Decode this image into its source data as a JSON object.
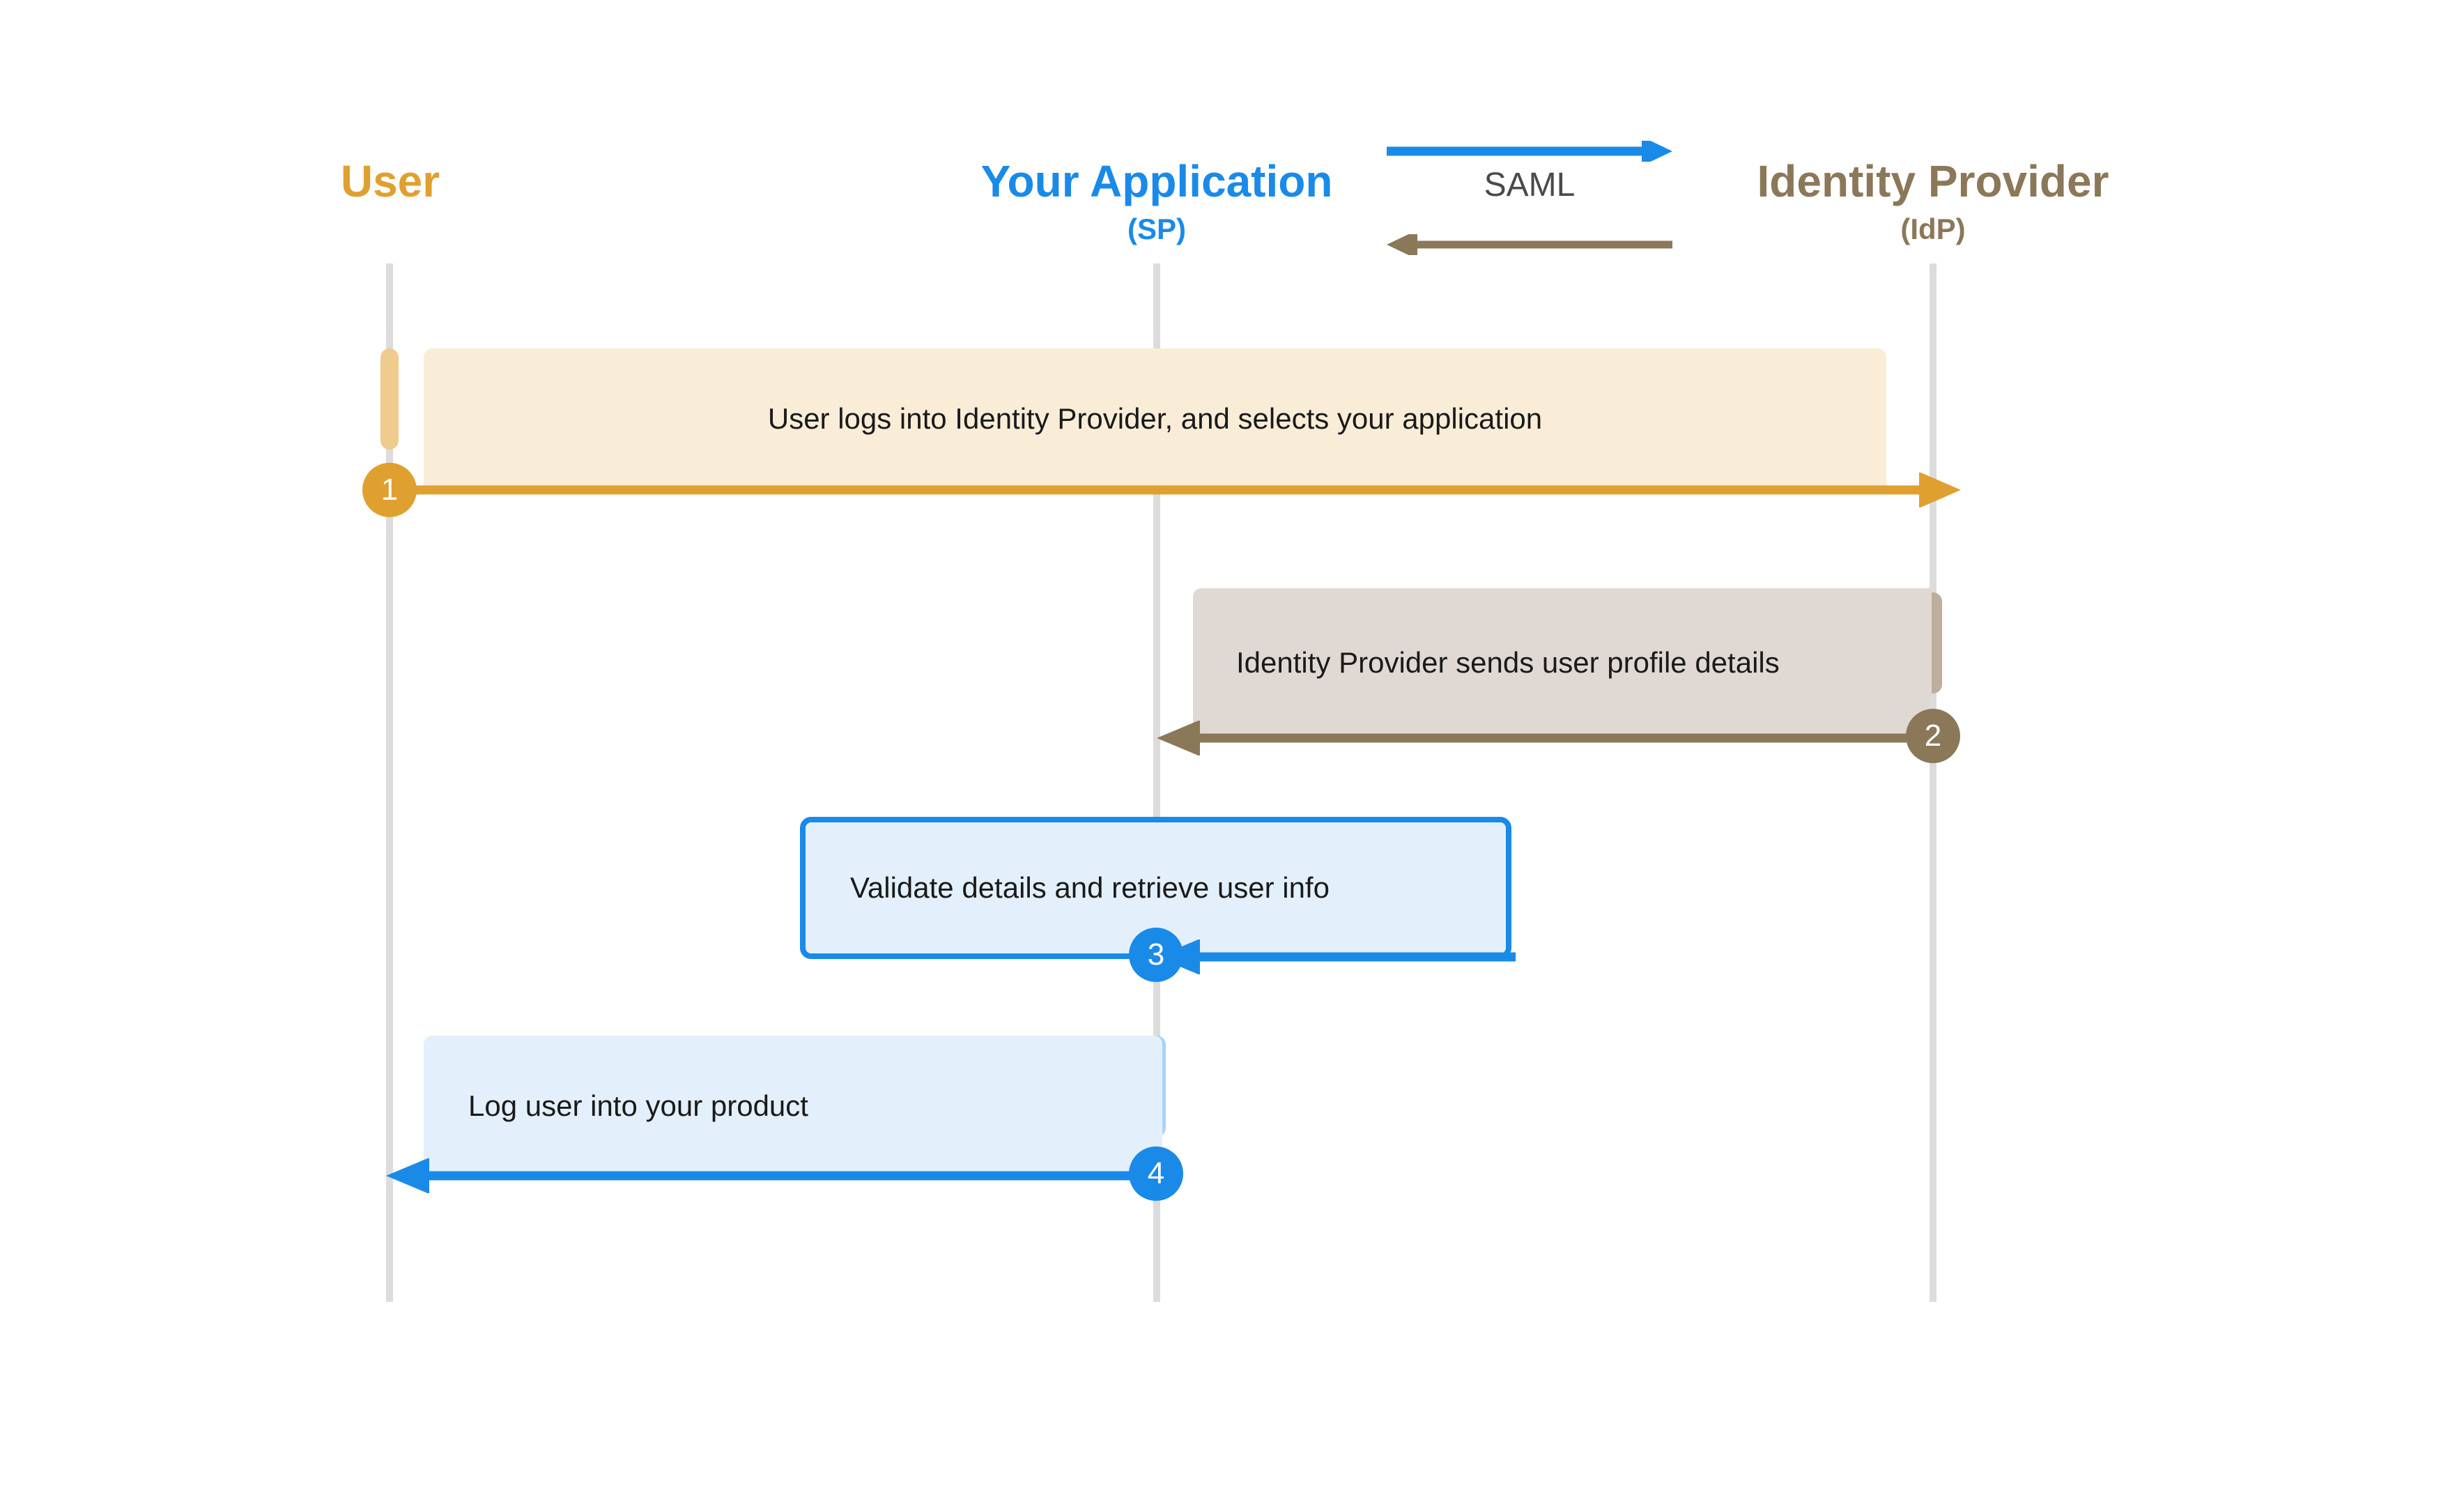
{
  "diagram": {
    "title": "SAML SSO sequence diagram",
    "colors": {
      "user": "#E0A030",
      "application": "#1A8AE8",
      "identity_provider": "#8A7859",
      "lifeline": "#DCDCDC",
      "band_user": "#F9EDD8",
      "band_idp": "#E0D9D3",
      "band_app": "#E3F0FB",
      "text": "#1A1A1A"
    }
  },
  "participants": [
    {
      "id": "user",
      "title": "User",
      "subtitle": ""
    },
    {
      "id": "application",
      "title": "Your Application",
      "subtitle": "(SP)"
    },
    {
      "id": "identity_provider",
      "title": "Identity Provider",
      "subtitle": "(IdP)"
    }
  ],
  "protocol": {
    "label": "SAML",
    "request_direction": "right",
    "response_direction": "left"
  },
  "steps": [
    {
      "number": "1",
      "text": "User logs into Identity Provider, and selects your application",
      "from": "user",
      "to": "identity_provider",
      "direction": "right",
      "color": "#E0A030"
    },
    {
      "number": "2",
      "text": "Identity Provider sends user profile details",
      "from": "identity_provider",
      "to": "application",
      "direction": "left",
      "color": "#8A7859"
    },
    {
      "number": "3",
      "text": "Validate details and retrieve user info",
      "from": "application",
      "to": "application",
      "direction": "self",
      "color": "#1A8AE8"
    },
    {
      "number": "4",
      "text": "Log user into your product",
      "from": "application",
      "to": "user",
      "direction": "left",
      "color": "#1A8AE8"
    }
  ]
}
